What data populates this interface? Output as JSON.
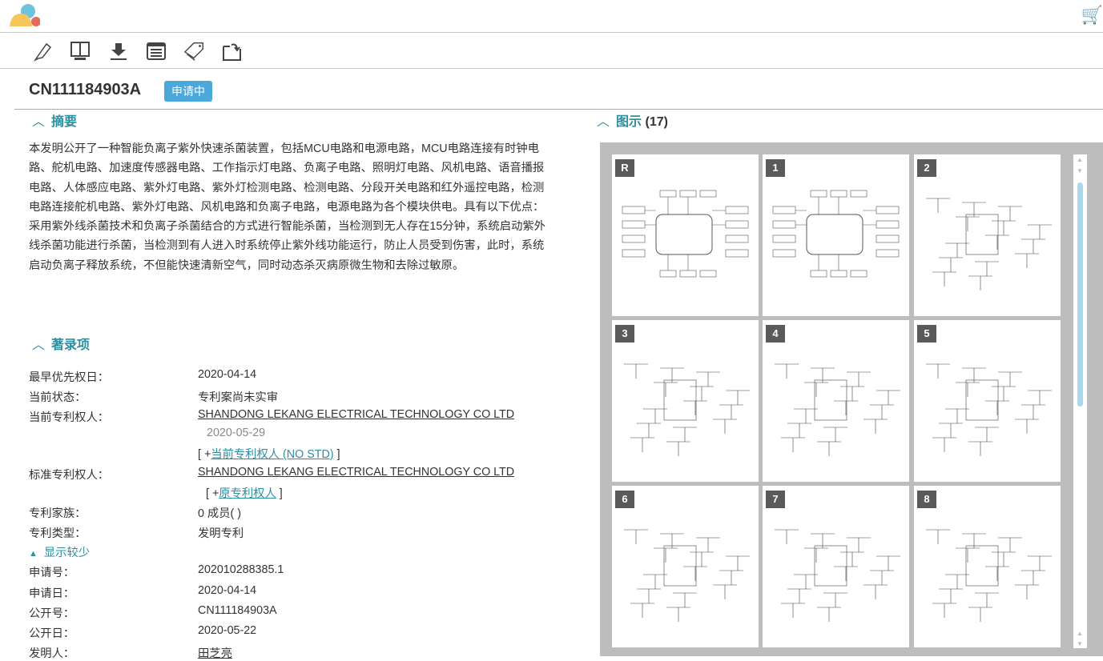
{
  "header": {
    "cart_icon": "shopping-cart-icon"
  },
  "toolbar": {
    "icons": [
      "highlighter-icon",
      "monitor-icon",
      "download-icon",
      "list-icon",
      "tags-icon",
      "export-icon"
    ]
  },
  "patent": {
    "number": "CN111184903A",
    "status": "申请中"
  },
  "abstract": {
    "heading": "摘要",
    "text": "本发明公开了一种智能负离子紫外快速杀菌装置，包括MCU电路和电源电路，MCU电路连接有时钟电路、舵机电路、加速度传感器电路、工作指示灯电路、负离子电路、照明灯电路、风机电路、语音播报电路、人体感应电路、紫外灯电路、紫外灯检测电路、检测电路、分段开关电路和红外遥控电路，检测电路连接舵机电路、紫外灯电路、风机电路和负离子电路，电源电路为各个模块供电。具有以下优点：采用紫外线杀菌技术和负离子杀菌结合的方式进行智能杀菌，当检测到无人存在15分钟，系统启动紫外线杀菌功能进行杀菌，当检测到有人进入时系统停止紫外线功能运行，防止人员受到伤害，此时，系统启动负离子释放系统，不但能快速清新空气，同时动态杀灭病原微生物和去除过敏原。"
  },
  "biblio": {
    "heading": "著录项",
    "priority_date_label": "最早优先权日：",
    "priority_date": "2020-04-14",
    "status_label": "当前状态：",
    "status": "专利案尚未实审",
    "assignee_label": "当前专利权人：",
    "assignee": "SHANDONG LEKANG ELECTRICAL TECHNOLOGY CO LTD",
    "assignee_date": "2020-05-29",
    "assignee_more_prefix": "[ +",
    "assignee_more": "当前专利权人 (NO STD)",
    "assignee_more_suffix": " ]",
    "std_assignee_label": "标准专利权人：",
    "std_assignee": "SHANDONG LEKANG ELECTRICAL TECHNOLOGY CO LTD",
    "orig_prefix": "[ +",
    "orig_assignee": "原专利权人",
    "orig_suffix": " ]",
    "family_label": "专利家族：",
    "family": "0 成员( )",
    "type_label": "专利类型：",
    "type": "发明专利",
    "show_less": "显示较少",
    "app_no_label": "申请号：",
    "app_no": "202010288385.1",
    "app_date_label": "申请日：",
    "app_date": "2020-04-14",
    "pub_no_label": "公开号：",
    "pub_no": "CN111184903A",
    "pub_date_label": "公开日：",
    "pub_date": "2020-05-22",
    "inventor_label": "发明人：",
    "inventor": "田芝亮"
  },
  "figures": {
    "heading": "图示",
    "count": "(17)",
    "labels": [
      "R",
      "1",
      "2",
      "3",
      "4",
      "5",
      "6",
      "7",
      "8"
    ]
  }
}
